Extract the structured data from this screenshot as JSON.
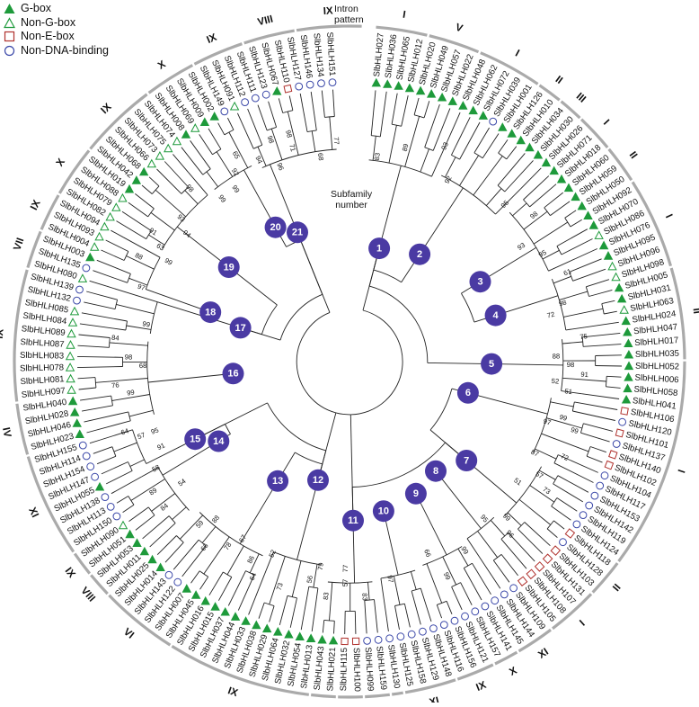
{
  "legend": {
    "items": [
      {
        "label": "G-box",
        "icon": "filled-green-triangle-icon",
        "color": "#1e9a3b"
      },
      {
        "label": "Non-G-box",
        "icon": "hollow-green-triangle-icon",
        "color": "#1e9a3b"
      },
      {
        "label": "Non-E-box",
        "icon": "hollow-red-square-icon",
        "color": "#b0312d"
      },
      {
        "label": "Non-DNA-binding",
        "icon": "hollow-blue-circle-icon",
        "color": "#3a47a8"
      }
    ]
  },
  "header": {
    "intron_label": "Intron\npattern",
    "subfamily_label": "Subfamily\nnumber"
  },
  "colors": {
    "gbox": "#1e9a3b",
    "nonE": "#b0312d",
    "nondna": "#3a47a8",
    "node": "#4a3aa3",
    "ring": "#aaaaaa",
    "branch": "#222222"
  },
  "leaves": [
    {
      "name": "SlbHLH027",
      "marker": "G-box"
    },
    {
      "name": "SlbHLH036",
      "marker": "G-box"
    },
    {
      "name": "SlbHLH065",
      "marker": "G-box"
    },
    {
      "name": "SlbHLH012",
      "marker": "G-box"
    },
    {
      "name": "SlbHLH020",
      "marker": "G-box"
    },
    {
      "name": "SlbHLH049",
      "marker": "G-box"
    },
    {
      "name": "SlbHLH057",
      "marker": "G-box"
    },
    {
      "name": "SlbHLH022",
      "marker": "G-box"
    },
    {
      "name": "SlbHLH048",
      "marker": "G-box"
    },
    {
      "name": "SlbHLH062",
      "marker": "G-box"
    },
    {
      "name": "SlbHLH072",
      "marker": "G-box"
    },
    {
      "name": "SlbHLH039",
      "marker": "Non-DNA-binding"
    },
    {
      "name": "SlbHLH001",
      "marker": "G-box"
    },
    {
      "name": "SlbHLH126",
      "marker": "G-box"
    },
    {
      "name": "SlbHLH010",
      "marker": "G-box"
    },
    {
      "name": "SlbHLH034",
      "marker": "G-box"
    },
    {
      "name": "SlbHLH030",
      "marker": "G-box"
    },
    {
      "name": "SlbHLH026",
      "marker": "G-box"
    },
    {
      "name": "SlbHLH071",
      "marker": "G-box"
    },
    {
      "name": "SlbHLH018",
      "marker": "G-box"
    },
    {
      "name": "SlbHLH060",
      "marker": "G-box"
    },
    {
      "name": "SlbHLH059",
      "marker": "G-box"
    },
    {
      "name": "SlbHLH050",
      "marker": "G-box"
    },
    {
      "name": "SlbHLH092",
      "marker": "G-box"
    },
    {
      "name": "SlbHLH070",
      "marker": "G-box"
    },
    {
      "name": "SlbHLH086",
      "marker": "Non-G-box"
    },
    {
      "name": "SlbHLH076",
      "marker": "G-box"
    },
    {
      "name": "SlbHLH095",
      "marker": "G-box"
    },
    {
      "name": "SlbHLH096",
      "marker": "Non-G-box"
    },
    {
      "name": "SlbHLH098",
      "marker": "Non-G-box"
    },
    {
      "name": "SlbHLH005",
      "marker": "G-box"
    },
    {
      "name": "SlbHLH031",
      "marker": "G-box"
    },
    {
      "name": "SlbHLH063",
      "marker": "Non-G-box"
    },
    {
      "name": "SlbHLH024",
      "marker": "G-box"
    },
    {
      "name": "SlbHLH047",
      "marker": "G-box"
    },
    {
      "name": "SlbHLH017",
      "marker": "G-box"
    },
    {
      "name": "SlbHLH035",
      "marker": "G-box"
    },
    {
      "name": "SlbHLH052",
      "marker": "G-box"
    },
    {
      "name": "SlbHLH006",
      "marker": "G-box"
    },
    {
      "name": "SlbHLH058",
      "marker": "G-box"
    },
    {
      "name": "SlbHLH041",
      "marker": "G-box"
    },
    {
      "name": "SlbHLH106",
      "marker": "Non-E-box"
    },
    {
      "name": "SlbHLH120",
      "marker": "Non-DNA-binding"
    },
    {
      "name": "SlbHLH101",
      "marker": "Non-E-box"
    },
    {
      "name": "SlbHLH137",
      "marker": "Non-DNA-binding"
    },
    {
      "name": "SlbHLH140",
      "marker": "Non-E-box"
    },
    {
      "name": "SlbHLH102",
      "marker": "Non-E-box"
    },
    {
      "name": "SlbHLH104",
      "marker": "Non-DNA-binding"
    },
    {
      "name": "SlbHLH117",
      "marker": "Non-DNA-binding"
    },
    {
      "name": "SlbHLH153",
      "marker": "Non-DNA-binding"
    },
    {
      "name": "SlbHLH142",
      "marker": "Non-DNA-binding"
    },
    {
      "name": "SlbHLH119",
      "marker": "Non-DNA-binding"
    },
    {
      "name": "SlbHLH124",
      "marker": "Non-DNA-binding"
    },
    {
      "name": "SlbHLH118",
      "marker": "Non-E-box"
    },
    {
      "name": "SlbHLH128",
      "marker": "Non-DNA-binding"
    },
    {
      "name": "SlbHLH103",
      "marker": "Non-E-box"
    },
    {
      "name": "SlbHLH131",
      "marker": "Non-E-box"
    },
    {
      "name": "SlbHLH107",
      "marker": "Non-E-box"
    },
    {
      "name": "SlbHLH108",
      "marker": "Non-E-box"
    },
    {
      "name": "SlbHLH105",
      "marker": "Non-E-box"
    },
    {
      "name": "SlbHLH109",
      "marker": "Non-DNA-binding"
    },
    {
      "name": "SlbHLH144",
      "marker": "Non-DNA-binding"
    },
    {
      "name": "SlbHLH145",
      "marker": "Non-DNA-binding"
    },
    {
      "name": "SlbHLH141",
      "marker": "Non-DNA-binding"
    },
    {
      "name": "SlbHLH157",
      "marker": "Non-DNA-binding"
    },
    {
      "name": "SlbHLH121",
      "marker": "Non-DNA-binding"
    },
    {
      "name": "SlbHLH156",
      "marker": "Non-DNA-binding"
    },
    {
      "name": "SlbHLH116",
      "marker": "Non-DNA-binding"
    },
    {
      "name": "SlbHLH148",
      "marker": "Non-DNA-binding"
    },
    {
      "name": "SlbHLH129",
      "marker": "Non-DNA-binding"
    },
    {
      "name": "SlbHLH158",
      "marker": "Non-DNA-binding"
    },
    {
      "name": "SlbHLH125",
      "marker": "Non-DNA-binding"
    },
    {
      "name": "SlbHLH130",
      "marker": "Non-DNA-binding"
    },
    {
      "name": "SlbHLH159",
      "marker": "Non-DNA-binding"
    },
    {
      "name": "SlbHLH099",
      "marker": "Non-DNA-binding"
    },
    {
      "name": "SlbHLH100",
      "marker": "Non-E-box"
    },
    {
      "name": "SlbHLH115",
      "marker": "Non-E-box"
    },
    {
      "name": "SlbHLH021",
      "marker": "G-box"
    },
    {
      "name": "SlbHLH043",
      "marker": "G-box"
    },
    {
      "name": "SlbHLH013",
      "marker": "G-box"
    },
    {
      "name": "SlbHLH054",
      "marker": "G-box"
    },
    {
      "name": "SlbHLH032",
      "marker": "G-box"
    },
    {
      "name": "SlbHLH064",
      "marker": "G-box"
    },
    {
      "name": "SlbHLH029",
      "marker": "G-box"
    },
    {
      "name": "SlbHLH038",
      "marker": "G-box"
    },
    {
      "name": "SlbHLH033",
      "marker": "G-box"
    },
    {
      "name": "SlbHLH044",
      "marker": "G-box"
    },
    {
      "name": "SlbHLH037",
      "marker": "G-box"
    },
    {
      "name": "SlbHLH015",
      "marker": "G-box"
    },
    {
      "name": "SlbHLH016",
      "marker": "G-box"
    },
    {
      "name": "SlbHLH045",
      "marker": "G-box"
    },
    {
      "name": "SlbHLH007",
      "marker": "G-box"
    },
    {
      "name": "SlbHLH122",
      "marker": "Non-DNA-binding"
    },
    {
      "name": "SlbHLH143",
      "marker": "Non-DNA-binding"
    },
    {
      "name": "SlbHLH014",
      "marker": "G-box"
    },
    {
      "name": "SlbHLH025",
      "marker": "G-box"
    },
    {
      "name": "SlbHLH011",
      "marker": "G-box"
    },
    {
      "name": "SlbHLH053",
      "marker": "G-box"
    },
    {
      "name": "SlbHLH051",
      "marker": "G-box"
    },
    {
      "name": "SlbHLH090",
      "marker": "Non-G-box"
    },
    {
      "name": "SlbHLH150",
      "marker": "Non-DNA-binding"
    },
    {
      "name": "SlbHLH113",
      "marker": "Non-DNA-binding"
    },
    {
      "name": "SlbHLH138",
      "marker": "Non-DNA-binding"
    },
    {
      "name": "SlbHLH055",
      "marker": "G-box"
    },
    {
      "name": "SlbHLH147",
      "marker": "Non-DNA-binding"
    },
    {
      "name": "SlbHLH154",
      "marker": "Non-DNA-binding"
    },
    {
      "name": "SlbHLH114",
      "marker": "Non-DNA-binding"
    },
    {
      "name": "SlbHLH155",
      "marker": "Non-DNA-binding"
    },
    {
      "name": "SlbHLH023",
      "marker": "G-box"
    },
    {
      "name": "SlbHLH046",
      "marker": "G-box"
    },
    {
      "name": "SlbHLH028",
      "marker": "G-box"
    },
    {
      "name": "SlbHLH040",
      "marker": "G-box"
    },
    {
      "name": "SlbHLH097",
      "marker": "Non-G-box"
    },
    {
      "name": "SlbHLH081",
      "marker": "Non-G-box"
    },
    {
      "name": "SlbHLH078",
      "marker": "Non-G-box"
    },
    {
      "name": "SlbHLH083",
      "marker": "Non-G-box"
    },
    {
      "name": "SlbHLH087",
      "marker": "Non-G-box"
    },
    {
      "name": "SlbHLH089",
      "marker": "Non-G-box"
    },
    {
      "name": "SlbHLH084",
      "marker": "Non-G-box"
    },
    {
      "name": "SlbHLH085",
      "marker": "Non-G-box"
    },
    {
      "name": "SlbHLH132",
      "marker": "Non-DNA-binding"
    },
    {
      "name": "SlbHLH139",
      "marker": "Non-DNA-binding"
    },
    {
      "name": "SlbHLH080",
      "marker": "Non-G-box"
    },
    {
      "name": "SlbHLH135",
      "marker": "Non-DNA-binding"
    },
    {
      "name": "SlbHLH003",
      "marker": "G-box"
    },
    {
      "name": "SlbHLH004",
      "marker": "Non-G-box"
    },
    {
      "name": "SlbHLH093",
      "marker": "Non-G-box"
    },
    {
      "name": "SlbHLH094",
      "marker": "Non-G-box"
    },
    {
      "name": "SlbHLH082",
      "marker": "Non-G-box"
    },
    {
      "name": "SlbHLH079",
      "marker": "Non-G-box"
    },
    {
      "name": "SlbHLH088",
      "marker": "Non-G-box"
    },
    {
      "name": "SlbHLH019",
      "marker": "G-box"
    },
    {
      "name": "SlbHLH042",
      "marker": "G-box"
    },
    {
      "name": "SlbHLH068",
      "marker": "G-box"
    },
    {
      "name": "SlbHLH066",
      "marker": "Non-G-box"
    },
    {
      "name": "SlbHLH073",
      "marker": "Non-G-box"
    },
    {
      "name": "SlbHLH075",
      "marker": "Non-G-box"
    },
    {
      "name": "SlbHLH074",
      "marker": "Non-G-box"
    },
    {
      "name": "SlbHLH008",
      "marker": "G-box"
    },
    {
      "name": "SlbHLH069",
      "marker": "Non-G-box"
    },
    {
      "name": "SlbHLH009",
      "marker": "G-box"
    },
    {
      "name": "SlbHLH002",
      "marker": "G-box"
    },
    {
      "name": "SlbHLH149",
      "marker": "Non-DNA-binding"
    },
    {
      "name": "SlbHLH091",
      "marker": "Non-G-box"
    },
    {
      "name": "SlbHLH112",
      "marker": "Non-DNA-binding"
    },
    {
      "name": "SlbHLH111",
      "marker": "Non-DNA-binding"
    },
    {
      "name": "SlbHLH123",
      "marker": "Non-DNA-binding"
    },
    {
      "name": "SlbHLH067",
      "marker": "G-box"
    },
    {
      "name": "SlbHLH110",
      "marker": "Non-E-box"
    },
    {
      "name": "SlbHLH127",
      "marker": "Non-DNA-binding"
    },
    {
      "name": "SlbHLH146",
      "marker": "Non-DNA-binding"
    },
    {
      "name": "SlbHLH134",
      "marker": "Non-DNA-binding"
    },
    {
      "name": "SlbHLH151",
      "marker": "Non-DNA-binding"
    }
  ],
  "intron_patterns": [
    {
      "label": "I",
      "first": 0,
      "last": 3
    },
    {
      "label": "V",
      "first": 4,
      "last": 7
    },
    {
      "label": "I",
      "first": 8,
      "last": 12
    },
    {
      "label": "II",
      "first": 13,
      "last": 14
    },
    {
      "label": "III",
      "first": 15,
      "last": 16
    },
    {
      "label": "I",
      "first": 17,
      "last": 19
    },
    {
      "label": "II",
      "first": 20,
      "last": 22
    },
    {
      "label": "I",
      "first": 23,
      "last": 29
    },
    {
      "label": "II",
      "first": 30,
      "last": 36
    },
    {
      "label": "I",
      "first": 37,
      "last": 52
    },
    {
      "label": "II",
      "first": 53,
      "last": 55
    },
    {
      "label": "I",
      "first": 56,
      "last": 59
    },
    {
      "label": "XI",
      "first": 60,
      "last": 62
    },
    {
      "label": "X",
      "first": 63,
      "last": 64
    },
    {
      "label": "IX",
      "first": 65,
      "last": 67
    },
    {
      "label": "XI",
      "first": 68,
      "last": 71
    },
    {
      "label": "I",
      "first": 72,
      "last": 72
    },
    {
      "label": "XI",
      "first": 73,
      "last": 74
    },
    {
      "label": "I",
      "first": 75,
      "last": 76
    },
    {
      "label": "XI",
      "first": 77,
      "last": 78
    },
    {
      "label": "IX",
      "first": 79,
      "last": 89
    },
    {
      "label": "VI",
      "first": 90,
      "last": 95
    },
    {
      "label": "VIII",
      "first": 96,
      "last": 97
    },
    {
      "label": "IX",
      "first": 98,
      "last": 99
    },
    {
      "label": "XI",
      "first": 100,
      "last": 107
    },
    {
      "label": "IV",
      "first": 108,
      "last": 111
    },
    {
      "label": "IX",
      "first": 112,
      "last": 121
    },
    {
      "label": "VII",
      "first": 122,
      "last": 124
    },
    {
      "label": "IX",
      "first": 125,
      "last": 127
    },
    {
      "label": "X",
      "first": 128,
      "last": 131
    },
    {
      "label": "IX",
      "first": 132,
      "last": 137
    },
    {
      "label": "X",
      "first": 138,
      "last": 141
    },
    {
      "label": "IX",
      "first": 142,
      "last": 145
    },
    {
      "label": "VIII",
      "first": 146,
      "last": 149
    },
    {
      "label": "IX",
      "first": 150,
      "last": 154
    }
  ],
  "subfamilies": [
    {
      "number": "1",
      "mid": 4,
      "radius": 0.42
    },
    {
      "number": "2",
      "mid": 12,
      "radius": 0.46
    },
    {
      "number": "3",
      "mid": 23,
      "radius": 0.55
    },
    {
      "number": "4",
      "mid": 29,
      "radius": 0.55
    },
    {
      "number": "5",
      "mid": 37,
      "radius": 0.51
    },
    {
      "number": "6",
      "mid": 43,
      "radius": 0.44
    },
    {
      "number": "7",
      "mid": 54,
      "radius": 0.55
    },
    {
      "number": "8",
      "mid": 59,
      "radius": 0.5
    },
    {
      "number": "9",
      "mid": 64,
      "radius": 0.53
    },
    {
      "number": "10",
      "mid": 70,
      "radius": 0.55
    },
    {
      "number": "11",
      "mid": 75,
      "radius": 0.57
    },
    {
      "number": "12",
      "mid": 82,
      "radius": 0.44
    },
    {
      "number": "13",
      "mid": 89,
      "radius": 0.5
    },
    {
      "number": "14",
      "mid": 101,
      "radius": 0.55
    },
    {
      "number": "15",
      "mid": 103,
      "radius": 0.62
    },
    {
      "number": "16",
      "mid": 112,
      "radius": 0.42
    },
    {
      "number": "17",
      "mid": 122,
      "radius": 0.41
    },
    {
      "number": "18",
      "mid": 123,
      "radius": 0.53
    },
    {
      "number": "19",
      "mid": 131,
      "radius": 0.55
    },
    {
      "number": "20",
      "mid": 141,
      "radius": 0.55
    },
    {
      "number": "21",
      "mid": 144,
      "radius": 0.5
    }
  ],
  "bootstraps": [
    {
      "text": "83",
      "pos": 1
    },
    {
      "text": "89",
      "pos": 4
    },
    {
      "text": "93",
      "pos": 8
    },
    {
      "text": "92",
      "pos": 10
    },
    {
      "text": "95",
      "pos": 17
    },
    {
      "text": "98",
      "pos": 20
    },
    {
      "text": "93",
      "pos": 22
    },
    {
      "text": "95",
      "pos": 24
    },
    {
      "text": "61",
      "pos": 27
    },
    {
      "text": "72",
      "pos": 31
    },
    {
      "text": "98",
      "pos": 30
    },
    {
      "text": "75",
      "pos": 34
    },
    {
      "text": "88",
      "pos": 36
    },
    {
      "text": "98",
      "pos": 37
    },
    {
      "text": "91",
      "pos": 38
    },
    {
      "text": "52",
      "pos": 39
    },
    {
      "text": "51",
      "pos": 40
    },
    {
      "text": "99",
      "pos": 44
    },
    {
      "text": "97",
      "pos": 44
    },
    {
      "text": "99",
      "pos": 43
    },
    {
      "text": "72",
      "pos": 47
    },
    {
      "text": "87",
      "pos": 48
    },
    {
      "text": "57",
      "pos": 50
    },
    {
      "text": "73",
      "pos": 51
    },
    {
      "text": "51",
      "pos": 52
    },
    {
      "text": "99",
      "pos": 56
    },
    {
      "text": "96",
      "pos": 57
    },
    {
      "text": "95",
      "pos": 58
    },
    {
      "text": "99",
      "pos": 62
    },
    {
      "text": "99",
      "pos": 65
    },
    {
      "text": "66",
      "pos": 66
    },
    {
      "text": "97",
      "pos": 71
    },
    {
      "text": "83",
      "pos": 74
    },
    {
      "text": "77",
      "pos": 76
    },
    {
      "text": "57",
      "pos": 76
    },
    {
      "text": "83",
      "pos": 78
    },
    {
      "text": "79",
      "pos": 79
    },
    {
      "text": "56",
      "pos": 80
    },
    {
      "text": "73",
      "pos": 83
    },
    {
      "text": "52",
      "pos": 85
    },
    {
      "text": "86",
      "pos": 87
    },
    {
      "text": "64",
      "pos": 86
    },
    {
      "text": "67",
      "pos": 89
    },
    {
      "text": "78",
      "pos": 90
    },
    {
      "text": "66",
      "pos": 92
    },
    {
      "text": "88",
      "pos": 93
    },
    {
      "text": "59",
      "pos": 94
    },
    {
      "text": "84",
      "pos": 98
    },
    {
      "text": "54",
      "pos": 99
    },
    {
      "text": "58",
      "pos": 102
    },
    {
      "text": "89",
      "pos": 100
    },
    {
      "text": "91",
      "pos": 104
    },
    {
      "text": "57",
      "pos": 106
    },
    {
      "text": "64",
      "pos": 107
    },
    {
      "text": "95",
      "pos": 106
    },
    {
      "text": "99",
      "pos": 111
    },
    {
      "text": "76",
      "pos": 112
    },
    {
      "text": "68",
      "pos": 114
    },
    {
      "text": "98",
      "pos": 115
    },
    {
      "text": "84",
      "pos": 117
    },
    {
      "text": "99",
      "pos": 119
    },
    {
      "text": "97",
      "pos": 123
    },
    {
      "text": "88",
      "pos": 126
    },
    {
      "text": "99",
      "pos": 127
    },
    {
      "text": "63",
      "pos": 128
    },
    {
      "text": "91",
      "pos": 129
    },
    {
      "text": "94",
      "pos": 131
    },
    {
      "text": "93",
      "pos": 132
    },
    {
      "text": "98",
      "pos": 135
    },
    {
      "text": "99",
      "pos": 137
    },
    {
      "text": "92",
      "pos": 140
    },
    {
      "text": "65",
      "pos": 141
    },
    {
      "text": "99",
      "pos": 139
    },
    {
      "text": "94",
      "pos": 143
    },
    {
      "text": "98",
      "pos": 145
    },
    {
      "text": "96",
      "pos": 145
    },
    {
      "text": "71",
      "pos": 147
    },
    {
      "text": "98",
      "pos": 147
    },
    {
      "text": "68",
      "pos": 150
    },
    {
      "text": "77",
      "pos": 152
    }
  ]
}
